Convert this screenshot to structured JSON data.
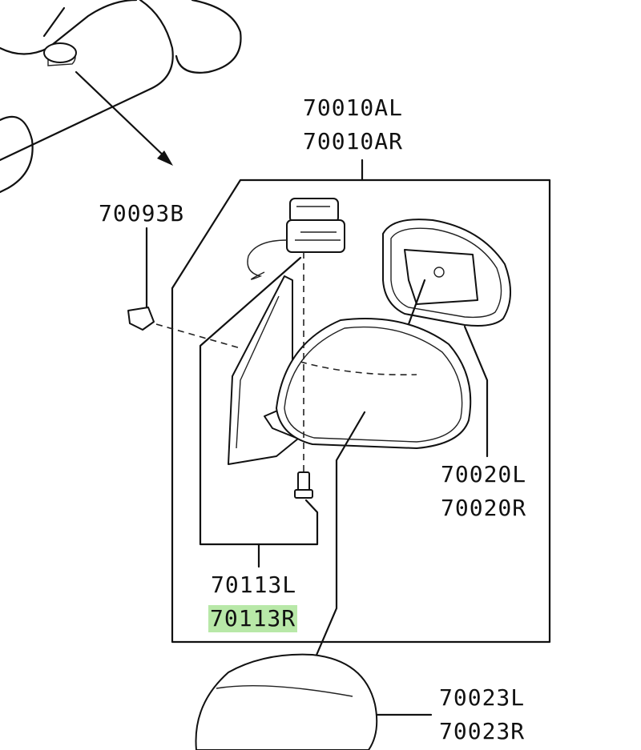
{
  "labels": {
    "assembly_left": "70010AL",
    "assembly_right": "70010AR",
    "clip": "70093B",
    "mirror_glass_left": "70020L",
    "mirror_glass_right": "70020R",
    "bolt_left": "70113L",
    "bolt_right": "70113R",
    "cover_left": "70023L",
    "cover_right": "70023R"
  },
  "highlight_color": "#b8e8a8"
}
